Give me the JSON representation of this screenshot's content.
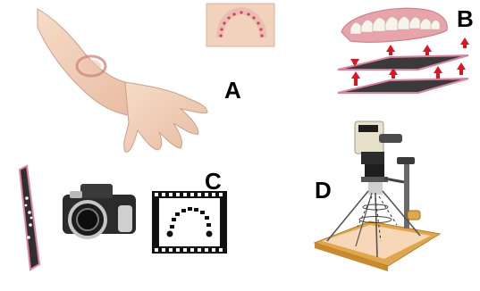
{
  "panels": {
    "a": {
      "label": "A"
    },
    "b": {
      "label": "B"
    },
    "c": {
      "label": "C"
    },
    "d": {
      "label": "D"
    }
  },
  "colors": {
    "skin": "#f1d2bd",
    "skin_shadow": "#d9a88c",
    "bite_mark": "#c0485a",
    "gum_pink": "#e9a6ae",
    "plate": "#3a3a3a",
    "plate_edge": "#e07fa0",
    "arrow": "#e0141e",
    "film": "#111111",
    "camera_body": "#2b2b2b",
    "camera_silver": "#b9b9b9",
    "board_wood": "#e2a64a",
    "board_top": "#f6d7b8"
  },
  "icons": [
    "hand-with-bite-mark",
    "dental-arch-photo",
    "denture-model",
    "acrylic-plates",
    "glass-plate",
    "camera-icon",
    "film-strip",
    "copy-stand-enlarger"
  ]
}
